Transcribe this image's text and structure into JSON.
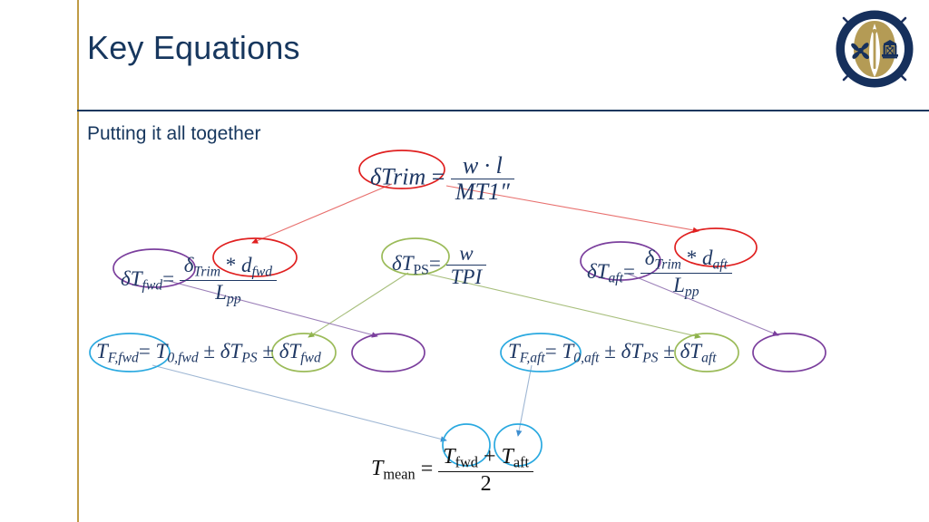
{
  "slide": {
    "title": "Key Equations",
    "subtitle": "Putting it all together",
    "logo_name": "usna-naval-architecture-ocean-engineering-seal",
    "colors": {
      "title": "#17375e",
      "rule_navy": "#17375e",
      "rule_gold": "#bf9b45",
      "equation_navy": "#1f3864",
      "circle_red": "#e02020",
      "circle_purple": "#7b3f9d",
      "circle_olive": "#9bbb59",
      "circle_cyan": "#2aa9e0",
      "connector_gray_blue": "#8fa8c8",
      "background": "#ffffff"
    }
  },
  "equations": [
    {
      "id": "trim",
      "name": "delta-trim-equation",
      "lhs": "δTrim",
      "eq": "=",
      "numerator": "w · l",
      "denominator": "MT1″",
      "circle_color": "#e02020",
      "plain": "δTrim = w·l / MT1″"
    },
    {
      "id": "dtfwd",
      "name": "delta-t-fwd-equation",
      "lhs": "δT",
      "lhs_sub": "fwd",
      "eq": "=",
      "num_a": "δ",
      "num_a_sub": "Trim",
      "num_op": "*",
      "num_b": "d",
      "num_b_sub": "fwd",
      "denominator": "L",
      "den_sub": "pp",
      "circle_color": "#7b3f9d",
      "inner_circle_color": "#e02020",
      "plain": "δT_fwd = δ_Trim * d_fwd / L_pp"
    },
    {
      "id": "dtps",
      "name": "delta-t-ps-equation",
      "lhs": "δT",
      "lhs_sub": "PS",
      "eq": "=",
      "numerator": "w",
      "denominator": "TPI",
      "circle_color": "#9bbb59",
      "plain": "δT_PS = w / TPI"
    },
    {
      "id": "dtaft",
      "name": "delta-t-aft-equation",
      "lhs": "δT",
      "lhs_sub": "aft",
      "eq": "=",
      "num_a": "δ",
      "num_a_sub": "Trim",
      "num_op": "*",
      "num_b": "d",
      "num_b_sub": "aft",
      "denominator": "L",
      "den_sub": "pp",
      "circle_color": "#7b3f9d",
      "inner_circle_color": "#e02020",
      "plain": "δT_aft = δ_Trim * d_aft / L_pp"
    },
    {
      "id": "tffwd",
      "name": "draft-forward-equation",
      "t1": "T",
      "t1_sub": "F,fwd",
      "eq": "=",
      "t2": "T",
      "t2_sub": "0,fwd",
      "op1": "±",
      "t3": "δT",
      "t3_sub": "PS",
      "op2": "±",
      "t4": "δT",
      "t4_sub": "fwd",
      "circle_color": "#2aa9e0",
      "plain": "T_F,fwd = T_0,fwd ± δT_PS ± δT_fwd"
    },
    {
      "id": "tfaft",
      "name": "draft-aft-equation",
      "t1": "T",
      "t1_sub": "F,aft",
      "eq": "=",
      "t2": "T",
      "t2_sub": "0,aft",
      "op1": "±",
      "t3": "δT",
      "t3_sub": "PS",
      "op2": "±",
      "t4": "δT",
      "t4_sub": "aft",
      "circle_color": "#2aa9e0",
      "plain": "T_F,aft = T_0,aft ± δT_PS ± δT_aft"
    },
    {
      "id": "tmean",
      "name": "mean-draft-equation",
      "lhs": "T",
      "lhs_sub": "mean",
      "eq": "=",
      "num_a": "T",
      "num_a_sub": "fwd",
      "num_op": "+",
      "num_b": "T",
      "num_b_sub": "aft",
      "denominator": "2",
      "circle_color": "#2aa9e0",
      "plain": "T_mean = (T_fwd + T_aft) / 2"
    }
  ],
  "connectors": [
    {
      "name": "trim-to-fwd-arrow",
      "color": "#e02020",
      "from": "delta-trim-circle",
      "to": "delta-trim-in-fwd-circle"
    },
    {
      "name": "trim-to-aft-arrow",
      "color": "#e02020",
      "from": "delta-trim-circle",
      "to": "delta-trim-in-aft-circle"
    },
    {
      "name": "ps-to-fwd-arrow",
      "color": "#9bbb59",
      "from": "delta-t-ps-circle",
      "to": "delta-t-ps-in-fwd-circle"
    },
    {
      "name": "ps-to-aft-arrow",
      "color": "#9bbb59",
      "from": "delta-t-ps-circle",
      "to": "delta-t-ps-in-aft-circle"
    },
    {
      "name": "dtfwd-to-fwd-arrow",
      "color": "#7b3f9d",
      "from": "delta-t-fwd-circle",
      "to": "delta-t-fwd-in-sum-circle"
    },
    {
      "name": "dtaft-to-aft-arrow",
      "color": "#7b3f9d",
      "from": "delta-t-aft-circle",
      "to": "delta-t-aft-in-sum-circle"
    },
    {
      "name": "tffwd-to-tmean-arrow",
      "color": "#8fa8c8",
      "from": "draft-forward-circle",
      "to": "t-fwd-in-mean-circle"
    },
    {
      "name": "tfaft-to-tmean-arrow",
      "color": "#8fa8c8",
      "from": "draft-aft-circle",
      "to": "t-aft-in-mean-circle"
    }
  ]
}
